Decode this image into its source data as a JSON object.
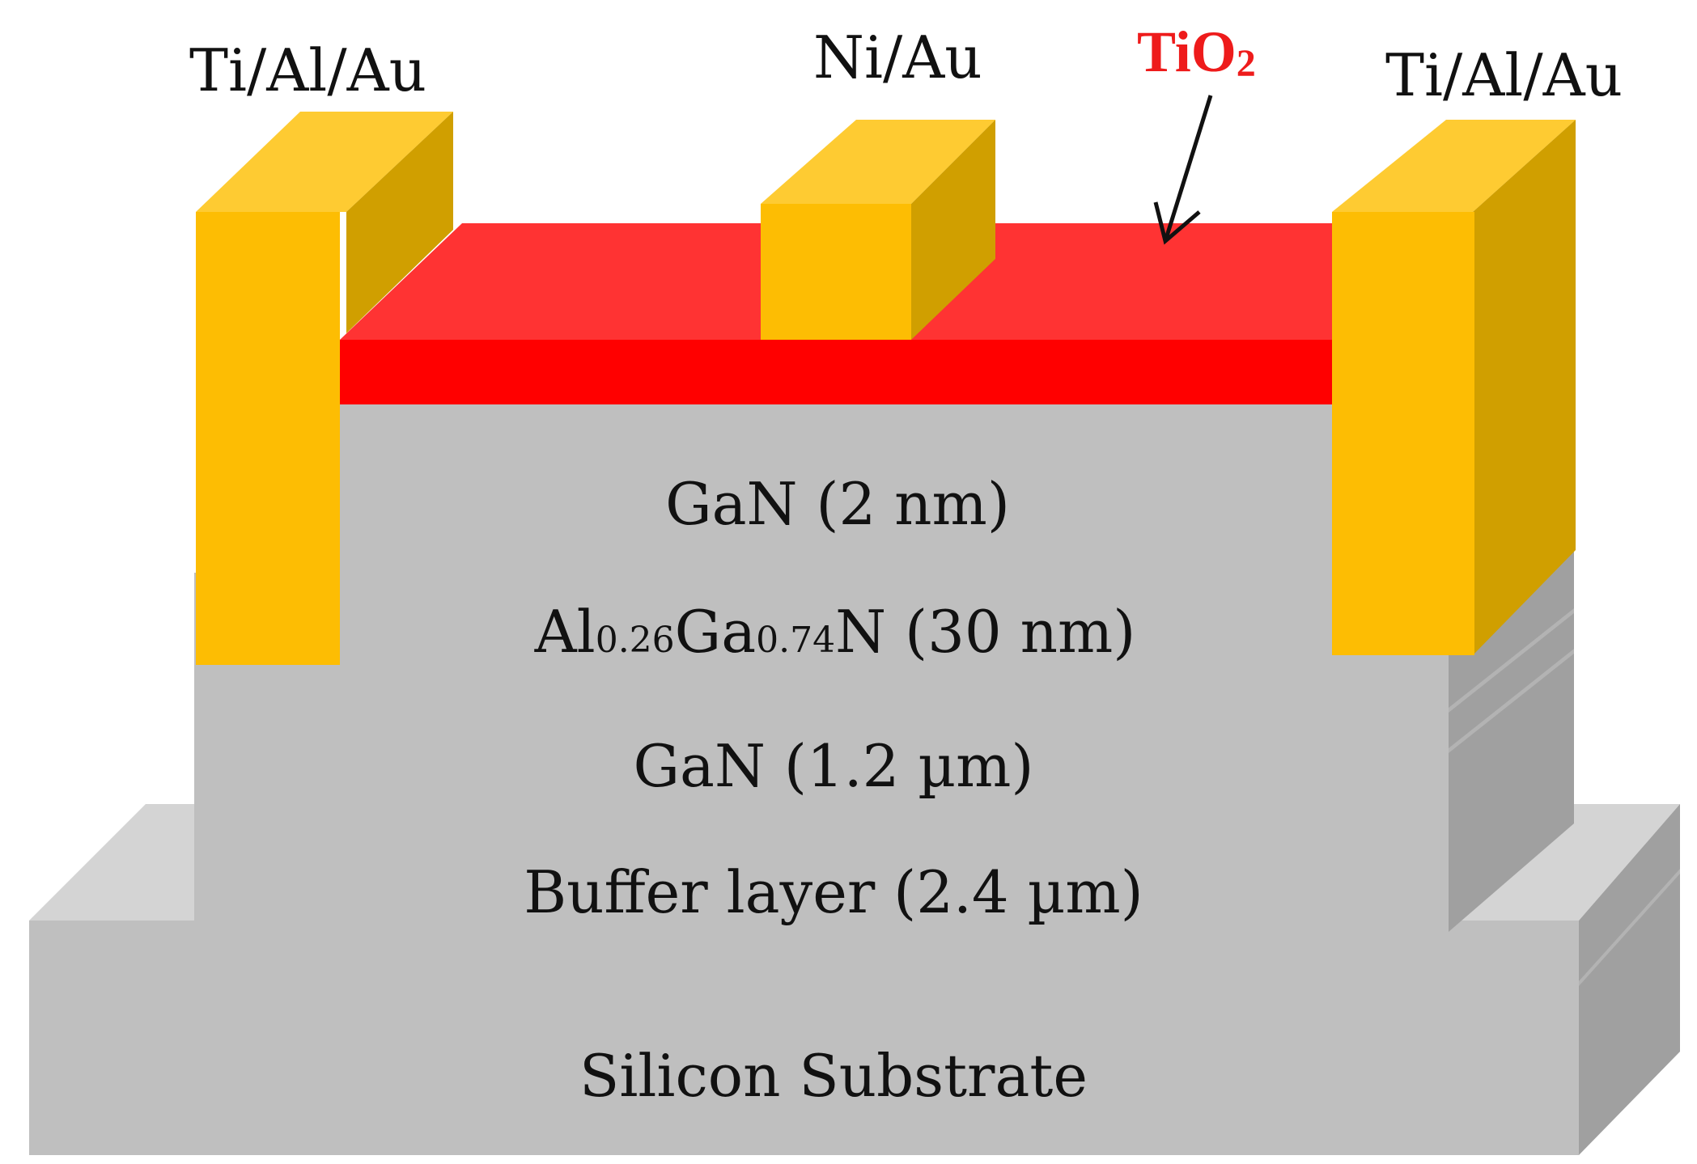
{
  "labels": {
    "left_contact": "Ti/Al/Au",
    "gate_contact": "Ni/Au",
    "oxide_base": "TiO",
    "oxide_sub": "2",
    "right_contact": "Ti/Al/Au",
    "cap_layer": "GaN (2 nm)",
    "barrier_al": "Al",
    "barrier_al_frac": "0.26",
    "barrier_ga": "Ga",
    "barrier_ga_frac": "0.74",
    "barrier_tail": "N (30 nm)",
    "channel_layer": "GaN (1.2 µm)",
    "buffer_layer": "Buffer layer (2.4 µm)",
    "substrate": "Silicon Substrate"
  },
  "colors": {
    "metal_front": "#fdbd03",
    "metal_top": "#fecb32",
    "metal_side": "#d09f00",
    "oxide_front": "#ff0000",
    "oxide_top": "#ff3333",
    "layer_front": "#bfbfbf",
    "substrate_top": "#d4d4d4",
    "layer_side": "#a0a0a0",
    "label_red": "#ee1b1b"
  }
}
